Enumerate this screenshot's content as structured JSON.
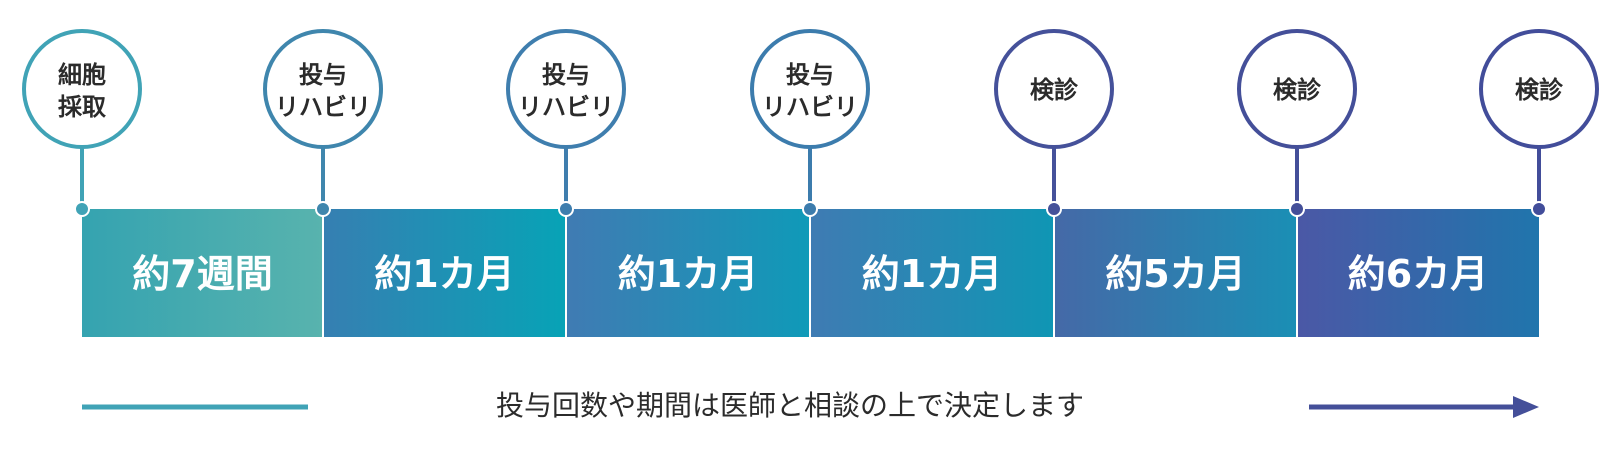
{
  "milestones": [
    {
      "lines": [
        "細胞",
        "採取"
      ],
      "color": "#40a3b6"
    },
    {
      "lines": [
        "投与",
        "リハビリ"
      ],
      "color": "#3f86ad"
    },
    {
      "lines": [
        "投与",
        "リハビリ"
      ],
      "color": "#3f7eae"
    },
    {
      "lines": [
        "投与",
        "リハビリ"
      ],
      "color": "#3c7cad"
    },
    {
      "lines": [
        "検診"
      ],
      "color": "#45519a"
    },
    {
      "lines": [
        "検診"
      ],
      "color": "#444f99"
    },
    {
      "lines": [
        "検診"
      ],
      "color": "#424d9a"
    }
  ],
  "segments": [
    {
      "label": "約7週間",
      "from": "#35a3b0",
      "to": "#58b3ae"
    },
    {
      "label": "約1カ月",
      "from": "#367fb2",
      "to": "#07a3b6"
    },
    {
      "label": "約1カ月",
      "from": "#407bb3",
      "to": "#0f9ab8"
    },
    {
      "label": "約1カ月",
      "from": "#3f7bb3",
      "to": "#0f96b4"
    },
    {
      "label": "約5カ月",
      "from": "#4569a7",
      "to": "#1a8fb5"
    },
    {
      "label": "約6カ月",
      "from": "#4b58a6",
      "to": "#2075ac"
    }
  ],
  "footer": {
    "note": "投与回数や期間は医師と相談の上で決定します",
    "line_color": "#40a3b6",
    "arrow_color": "#444f99"
  }
}
